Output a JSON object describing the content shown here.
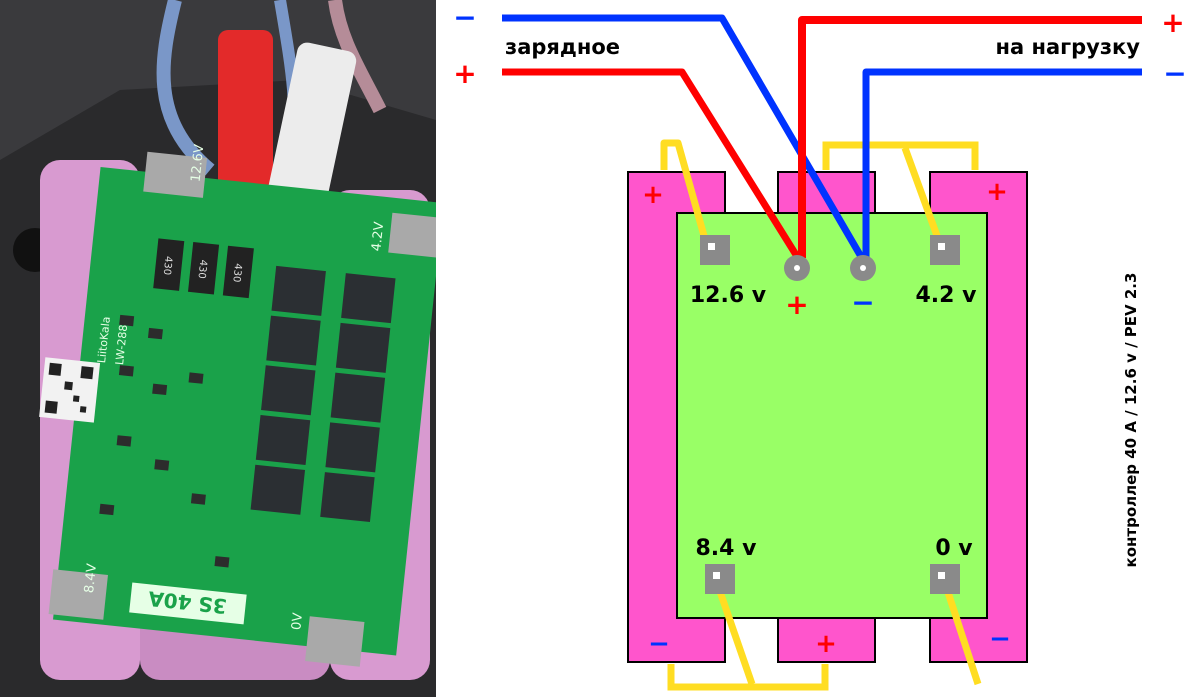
{
  "photo": {
    "board_model": "3S 40A",
    "board_brand": "LiitoKala",
    "board_code": "LW-288",
    "silk_12v": "12.6V",
    "silk_42v": "4.2V",
    "silk_84v": "8.4V",
    "silk_0v": "0V",
    "resistor_value": "430"
  },
  "diagram": {
    "charger_label": "зарядное",
    "load_label": "на нагрузку",
    "plus": "+",
    "minus": "−",
    "t_12_6": "12.6 v",
    "t_4_2": "4.2 v",
    "t_8_4": "8.4 v",
    "t_0": "0 v",
    "side_note": "контроллер  40 A  /  12.6 v  /  PEV 2.3",
    "colors": {
      "board": "#99ff66",
      "cells": "#ff55cc",
      "bus": "#ffdd22",
      "positive": "#ff0000",
      "negative": "#0033ff"
    }
  }
}
